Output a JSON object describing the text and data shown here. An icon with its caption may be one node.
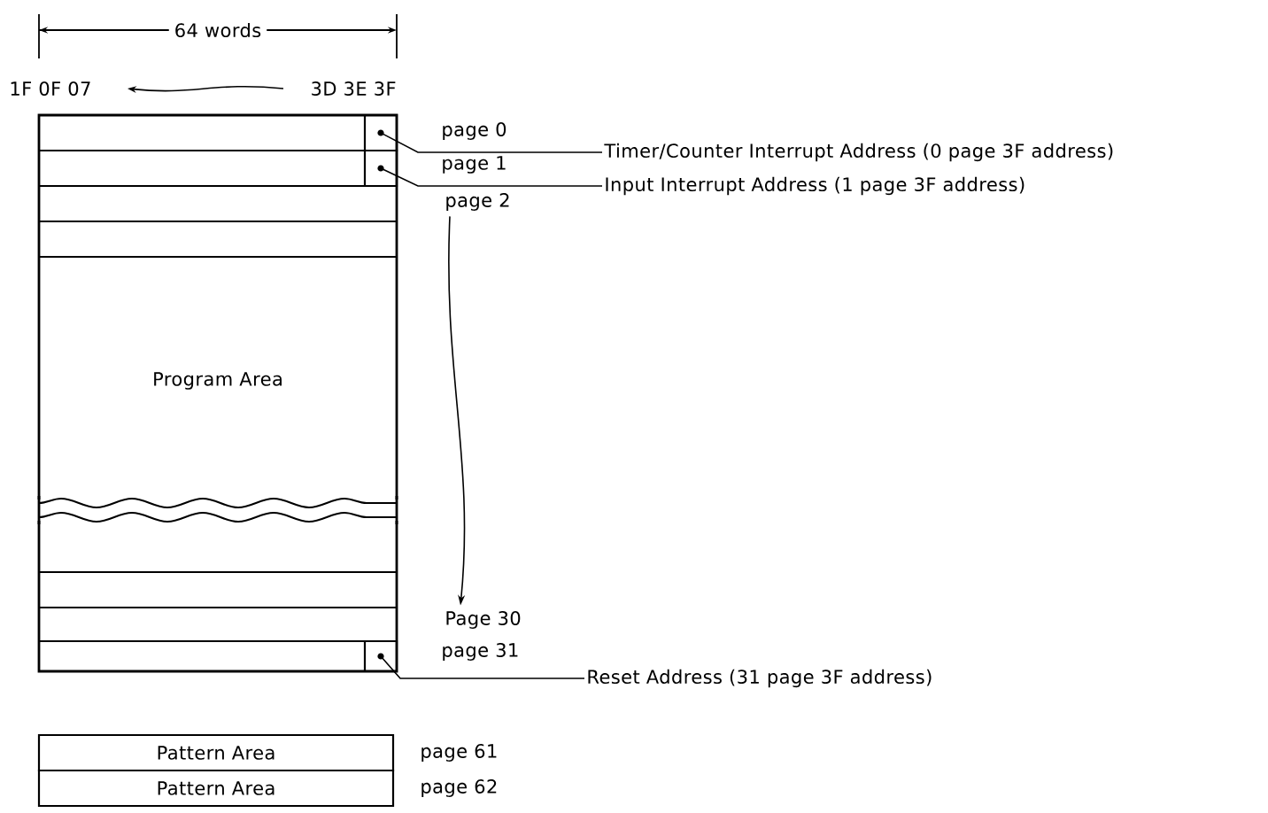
{
  "diagram": {
    "nodes": [
      {
        "text": [
          "Program Area"
        ]
      },
      {
        "text": [],
        "shape": "box"
      },
      {
        "text": [],
        "shape": "box"
      },
      {
        "text": [],
        "shape": "box"
      },
      {
        "text": [
          "Timer/Counter Interrupt Address (0 page 3F address)"
        ]
      },
      {
        "text": [
          "Input Interrupt Address (1 page 3F address)"
        ]
      },
      {
        "text": [
          "Reset Address (31 page 3F address)"
        ]
      },
      {
        "text": [
          "page 2"
        ]
      },
      {
        "text": [
          "Page 30"
        ]
      },
      {
        "text": [
          "Pattern Area"
        ]
      },
      {
        "text": [
          "Pattern Area"
        ]
      }
    ],
    "edges": [
      {
        "from": 4,
        "to": 1,
        "arrow": "none"
      },
      {
        "from": 5,
        "to": 2,
        "arrow": "none"
      },
      {
        "from": 6,
        "to": 3,
        "arrow": "none"
      },
      {
        "from": 7,
        "to": 8,
        "arrow": "to"
      }
    ],
    "labels": [
      "64 words",
      "1F 0F 07",
      "3D 3E 3F",
      "page 0",
      "page 1",
      "page 31",
      "page 61",
      "page 62"
    ]
  }
}
